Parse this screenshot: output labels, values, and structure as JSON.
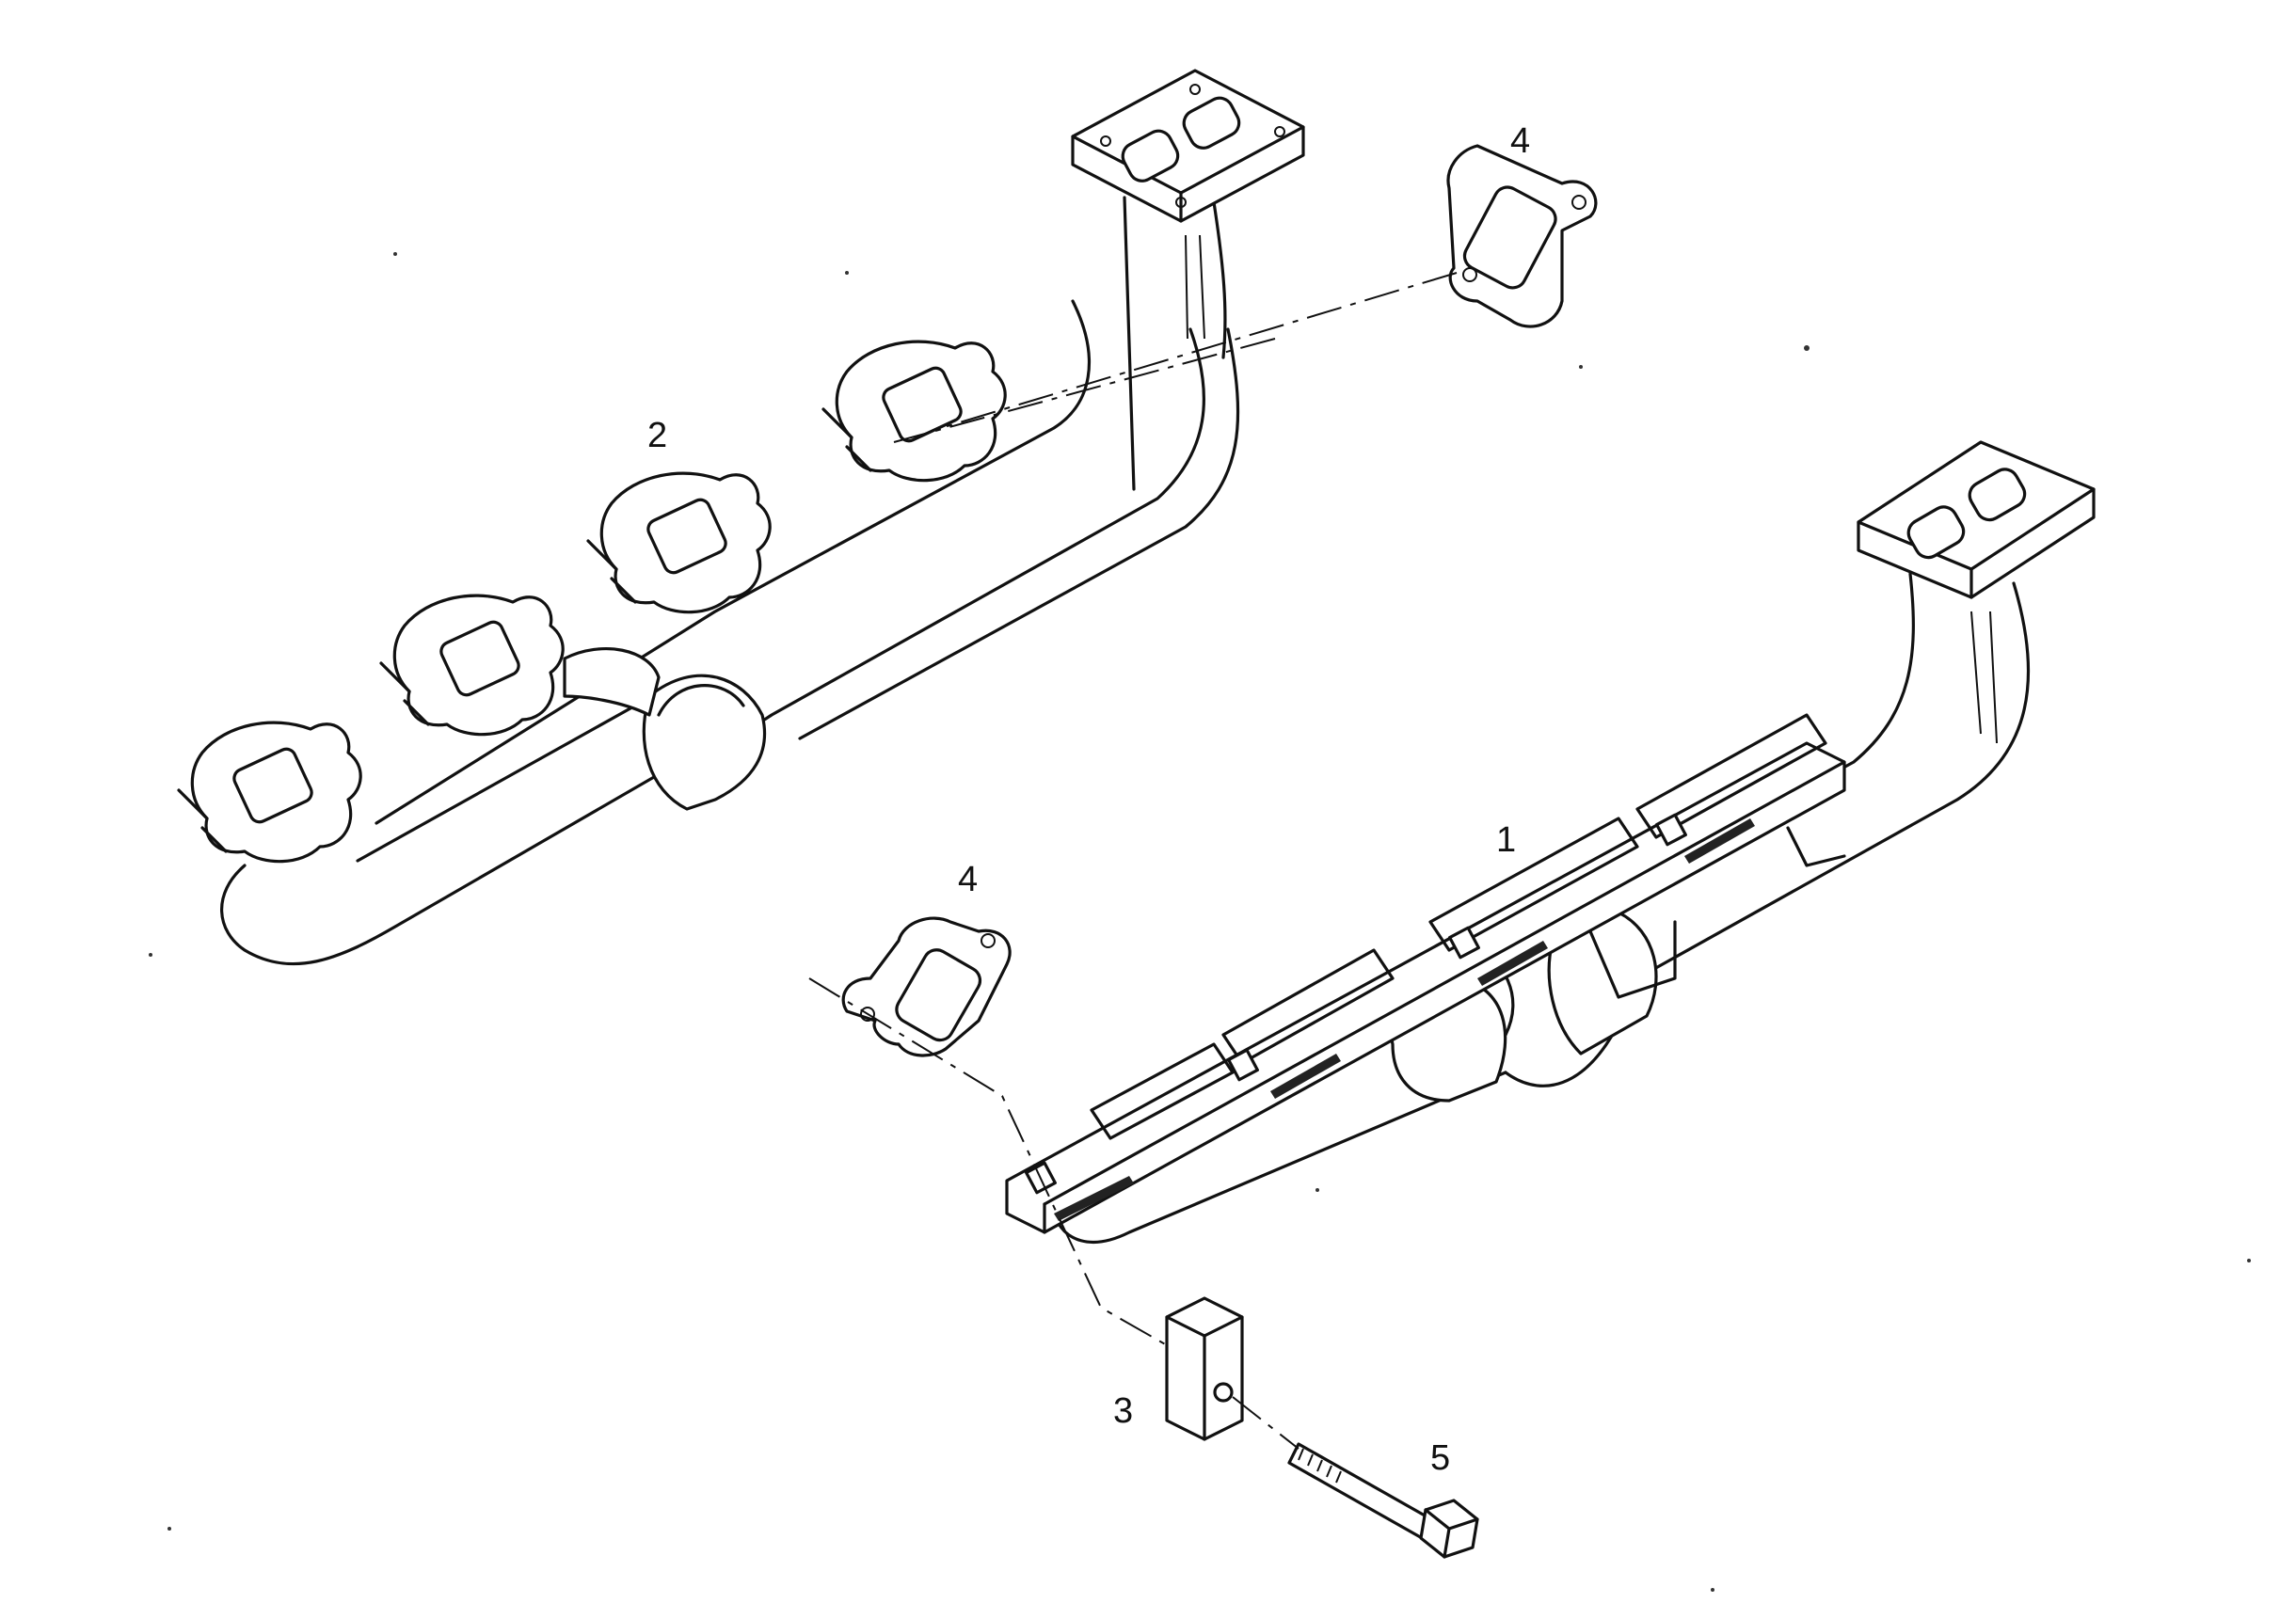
{
  "labels": {
    "part_1": "1",
    "part_2": "2",
    "part_3": "3",
    "part_4_upper": "4",
    "part_4_lower": "4",
    "part_5": "5"
  },
  "colors": {
    "line": "#111111",
    "background": "#ffffff"
  },
  "icons": {
    "manifold_upper": "exhaust-manifold-drawing",
    "manifold_lower": "exhaust-manifold-drawing",
    "gasket": "gasket-drawing",
    "spacer": "spacer-block-drawing",
    "bolt": "hex-bolt-drawing"
  }
}
